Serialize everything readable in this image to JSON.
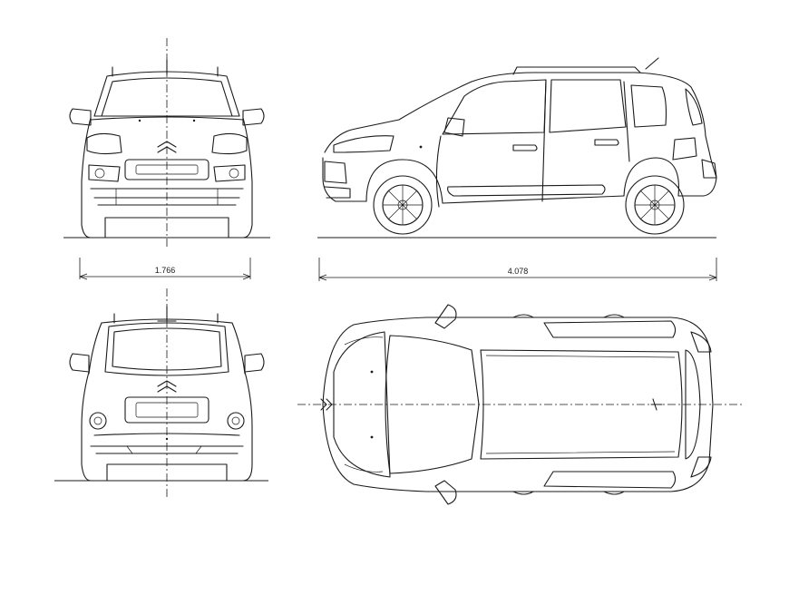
{
  "drawing": {
    "dimensions": {
      "width_label": "1.766",
      "length_label": "4.078"
    },
    "views": [
      "front-view",
      "side-view",
      "rear-view",
      "top-view"
    ],
    "line_color": "#1a1a1a",
    "background": "#ffffff"
  }
}
